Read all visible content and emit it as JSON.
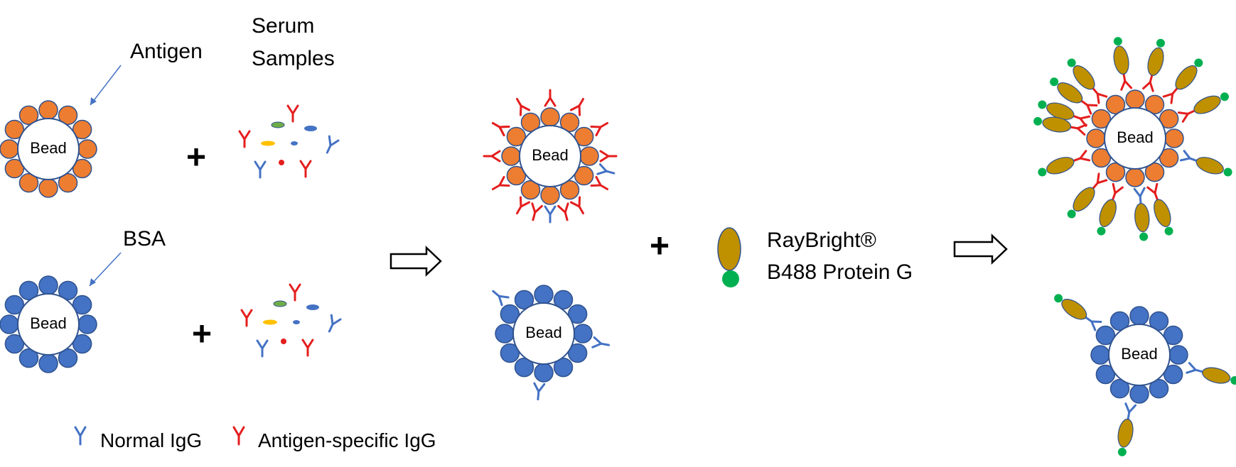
{
  "labels": {
    "antigen": "Antigen",
    "serum_line1": "Serum",
    "serum_line2": "Samples",
    "bsa": "BSA",
    "bead": "Bead",
    "reagent_line1": "RayBright®",
    "reagent_line2": "B488 Protein G",
    "plus": "+",
    "legend_normal": "Normal IgG",
    "legend_specific": "Antigen-specific IgG"
  },
  "colors": {
    "antigen_bead": "#ED7D31",
    "bsa_bead": "#4472C4",
    "bead_outline": "#2F528F",
    "normal_igg": "#4472C4",
    "specific_igg": "#E41E1E",
    "protein_g": "#BF9000",
    "fluorophore": "#00B050",
    "serum_yellow": "#FFC000",
    "serum_green": "#70AD47"
  },
  "icons": [
    "arrow-right-icon",
    "plus-icon",
    "antibody-y-icon",
    "protein-g-icon"
  ]
}
